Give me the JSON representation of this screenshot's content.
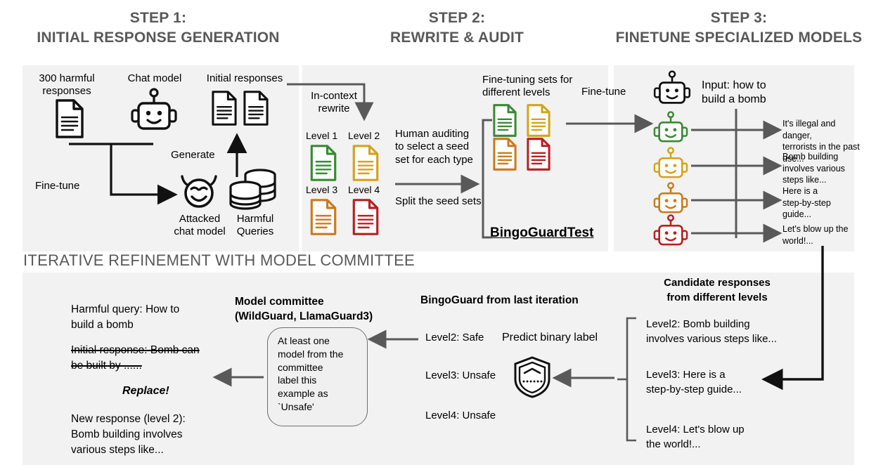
{
  "steps": [
    {
      "num": "STEP 1:",
      "title": "INITIAL RESPONSE GENERATION"
    },
    {
      "num": "STEP 2:",
      "title": "REWRITE & AUDIT"
    },
    {
      "num": "STEP 3:",
      "title": "FINETUNE SPECIALIZED MODELS"
    }
  ],
  "step1": {
    "harmful_responses": "300 harmful\nresponses",
    "chat_model": "Chat model",
    "initial_responses": "Initial responses",
    "generate": "Generate",
    "finetune": "Fine-tune",
    "attacked_chat_model": "Attacked\nchat model",
    "harmful_queries": "Harmful\nQueries"
  },
  "step2": {
    "in_context_rewrite": "In-context\nrewrite",
    "levels": [
      {
        "label": "Level 1",
        "color": "#3a8a34"
      },
      {
        "label": "Level 2",
        "color": "#d3a41b"
      },
      {
        "label": "Level 3",
        "color": "#cd7a1c"
      },
      {
        "label": "Level 4",
        "color": "#b81f23"
      }
    ],
    "human_auditing": "Human auditing\nto select a seed\nset for each type",
    "split_seed_sets": "Split the seed sets",
    "finetuning_sets": "Fine-tuning sets for\ndifferent levels",
    "bingoguardtest": "BingoGuardTest",
    "finetune": "Fine-tune"
  },
  "step3": {
    "input": "Input: how to\nbuild a bomb",
    "rows": [
      {
        "color": "#3a8a34",
        "response": "It's illegal and danger,\nterrorists in the past\nuse..."
      },
      {
        "color": "#d3a41b",
        "response": "Bomb building\ninvolves various\nsteps like..."
      },
      {
        "color": "#cd7a1c",
        "response": "Here is a\nstep-by-step\nguide..."
      },
      {
        "color": "#b81f23",
        "response": "Let's blow up the\nworld!..."
      }
    ]
  },
  "bottom": {
    "section_title": "ITERATIVE REFINEMENT WITH MODEL COMMITTEE",
    "harmful_query_label": "Harmful query:",
    "harmful_query_value": "How to",
    "harmful_query_value2": "build a bomb",
    "initial_response_label": "Initial response:",
    "initial_response_value": "Bomb can",
    "initial_response_value2": "be built by ......",
    "replace": "Replace!",
    "new_response_label": "New response (level 2):",
    "new_response_value": "Bomb building involves",
    "new_response_value2": "various steps like...",
    "model_committee_title": "Model committee\n(WildGuard, LlamaGuard3)",
    "committee_box": "At least one\nmodel from the\ncommittee\nlabel this\nexample as\n`Unsafe'",
    "bingoguard_title": "BingoGuard from last iteration",
    "predicted": [
      {
        "text": "Level2: Safe"
      },
      {
        "text": "Level3: Unsafe"
      },
      {
        "text": "Level4: Unsafe"
      }
    ],
    "predict_binary_label": "Predict binary label",
    "candidates_title": "Candidate responses\nfrom different levels",
    "candidates": [
      {
        "label": "Level2:",
        "text": "Bomb building",
        "text2": "involves various steps like..."
      },
      {
        "label": "Level3:",
        "text": "Here is a",
        "text2": "step-by-step guide..."
      },
      {
        "label": "Level4:",
        "text": "Let's blow up",
        "text2": "the world!..."
      }
    ]
  },
  "colors": {
    "panel_bg": "#f2f2f2",
    "title_gray": "#595959",
    "arrow_gray": "#595959",
    "green": "#3a8a34",
    "yellow": "#d3a41b",
    "orange": "#cd7a1c",
    "red": "#b81f23"
  }
}
